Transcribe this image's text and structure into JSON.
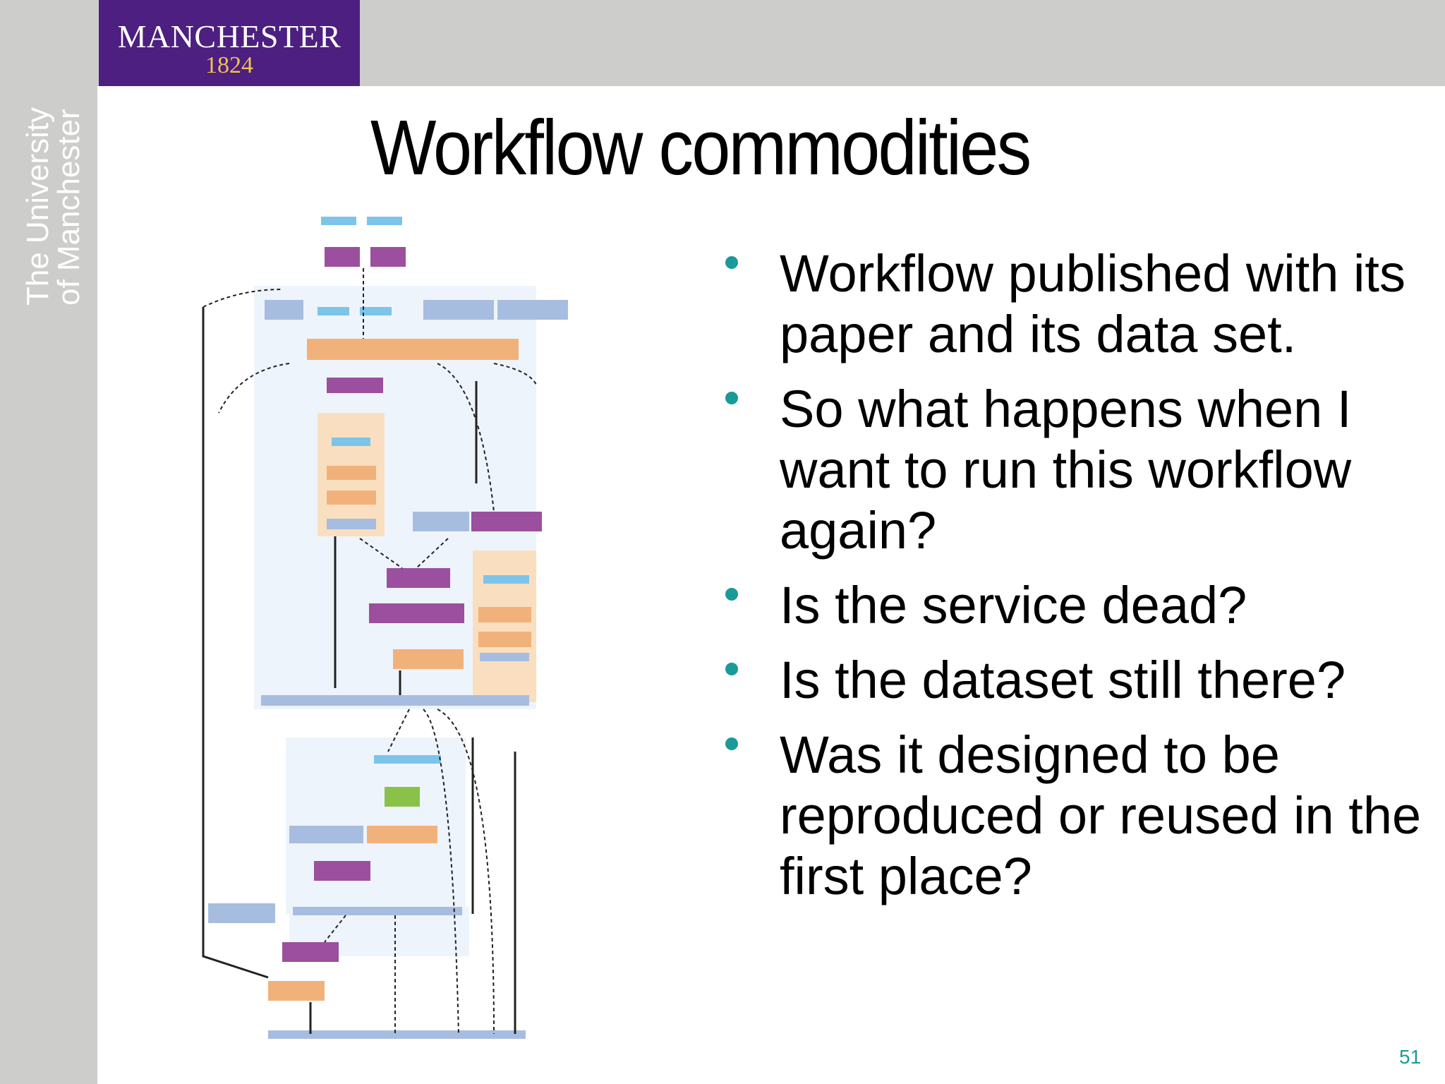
{
  "branding": {
    "logo_name": "MANCHESTER",
    "logo_year": "1824",
    "side_text_line1": "The University",
    "side_text_line2": "of Manchester"
  },
  "slide": {
    "title": "Workflow commodities",
    "bullets": [
      "Workflow published with its paper and its data set.",
      "So what happens when I want to run this workflow again?",
      "Is the service dead?",
      "Is the dataset still there?",
      "Was it designed to be reproduced or reused in the first place?"
    ],
    "page_number": "51"
  },
  "colors": {
    "logo_bg": "#4c1f80",
    "bullet": "#1a9a99",
    "frame": "#cdcdcb"
  }
}
